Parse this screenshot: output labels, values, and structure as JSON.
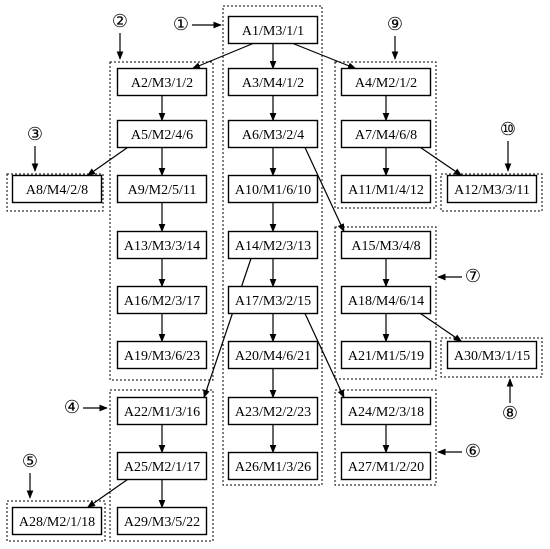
{
  "nodes": {
    "A1": "A1/M3/1/1",
    "A2": "A2/M3/1/2",
    "A3": "A3/M4/1/2",
    "A4": "A4/M2/1/2",
    "A5": "A5/M2/4/6",
    "A6": "A6/M3/2/4",
    "A7": "A7/M4/6/8",
    "A8": "A8/M4/2/8",
    "A9": "A9/M2/5/11",
    "A10": "A10/M1/6/10",
    "A11": "A11/M1/4/12",
    "A12": "A12/M3/3/11",
    "A13": "A13/M3/3/14",
    "A14": "A14/M2/3/13",
    "A15": "A15/M3/4/8",
    "A16": "A16/M2/3/17",
    "A17": "A17/M3/2/15",
    "A18": "A18/M4/6/14",
    "A19": "A19/M3/6/23",
    "A20": "A20/M4/6/21",
    "A21": "A21/M1/5/19",
    "A30": "A30/M3/1/15",
    "A22": "A22/M1/3/16",
    "A23": "A23/M2/2/23",
    "A24": "A24/M2/3/18",
    "A25": "A25/M2/1/17",
    "A26": "A26/M1/3/26",
    "A27": "A27/M1/2/20",
    "A28": "A28/M2/1/18",
    "A29": "A29/M3/5/22"
  },
  "group_markers": {
    "g1": "①",
    "g2": "②",
    "g3": "③",
    "g4": "④",
    "g5": "⑤",
    "g6": "⑥",
    "g7": "⑦",
    "g8": "⑧",
    "g9": "⑨",
    "g10": "⑩"
  }
}
